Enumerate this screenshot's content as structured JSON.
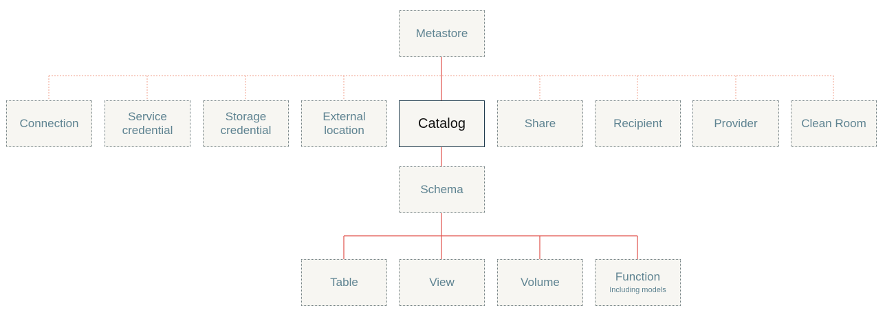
{
  "colors": {
    "solid_line": "#e0504a",
    "dotted_line": "#f0a08c",
    "node_text": "#5e8391",
    "highlight_text": "#111111",
    "highlight_border": "#1f3b4d",
    "node_fill": "#f7f6f2"
  },
  "nodes": {
    "metastore": {
      "label": "Metastore"
    },
    "connection": {
      "label": "Connection"
    },
    "service_credential": {
      "label1": "Service",
      "label2": "credential"
    },
    "storage_credential": {
      "label1": "Storage",
      "label2": "credential"
    },
    "external_location": {
      "label1": "External",
      "label2": "location"
    },
    "catalog": {
      "label": "Catalog"
    },
    "share": {
      "label": "Share"
    },
    "recipient": {
      "label": "Recipient"
    },
    "provider": {
      "label": "Provider"
    },
    "clean_room": {
      "label": "Clean Room"
    },
    "schema": {
      "label": "Schema"
    },
    "table": {
      "label": "Table"
    },
    "view": {
      "label": "View"
    },
    "volume": {
      "label": "Volume"
    },
    "function": {
      "label": "Function",
      "sublabel": "Including models"
    }
  }
}
